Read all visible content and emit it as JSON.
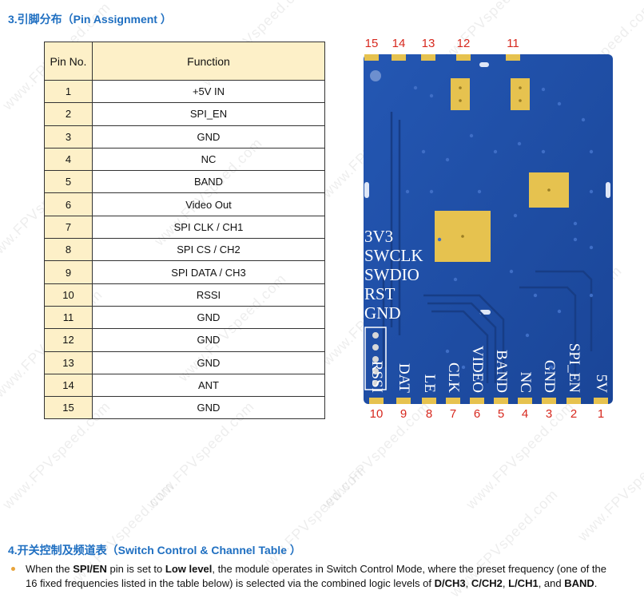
{
  "section3": {
    "title": "3.引脚分布（Pin Assignment ）"
  },
  "pin_table": {
    "headers": {
      "pin_no": "Pin No.",
      "function": "Function"
    },
    "rows": [
      {
        "no": "1",
        "fn": "+5V IN"
      },
      {
        "no": "2",
        "fn": "SPI_EN"
      },
      {
        "no": "3",
        "fn": "GND"
      },
      {
        "no": "4",
        "fn": "NC"
      },
      {
        "no": "5",
        "fn": "BAND"
      },
      {
        "no": "6",
        "fn": "Video Out"
      },
      {
        "no": "7",
        "fn": "SPI CLK / CH1"
      },
      {
        "no": "8",
        "fn": "SPI CS / CH2"
      },
      {
        "no": "9",
        "fn": "SPI DATA / CH3"
      },
      {
        "no": "10",
        "fn": "RSSI"
      },
      {
        "no": "11",
        "fn": "GND"
      },
      {
        "no": "12",
        "fn": "GND"
      },
      {
        "no": "13",
        "fn": "GND"
      },
      {
        "no": "14",
        "fn": "ANT"
      },
      {
        "no": "15",
        "fn": "GND"
      }
    ]
  },
  "board": {
    "top_pins": [
      "15",
      "14",
      "13",
      "12",
      "11"
    ],
    "bottom_pins": [
      "10",
      "9",
      "8",
      "7",
      "6",
      "5",
      "4",
      "3",
      "2",
      "1"
    ],
    "left_labels": [
      "3V3",
      "SWCLK",
      "SWDIO",
      "RST",
      "GND"
    ],
    "bottom_labels": [
      "RSSI",
      "DAT",
      "LE",
      "CLK",
      "VIDEO",
      "BAND",
      "NC",
      "GND",
      "SPI_EN",
      "5V"
    ],
    "colors": {
      "pcb": "#1f4fa8",
      "pad": "#e6c24f",
      "pin_number": "#d7281e"
    }
  },
  "watermark": "www.FPVspeed.com",
  "section4": {
    "title": "4.开关控制及频道表（Switch Control & Channel Table ）",
    "para": {
      "t1": "When the ",
      "b1": "SPI/EN",
      "t2": " pin is set to ",
      "b2": "Low level",
      "t3": ", the module operates in Switch Control Mode, where the preset frequency (one of the 16 fixed frequencies listed in the table below) is selected via the combined logic levels of ",
      "b3": "D/CH3",
      "t4": ", ",
      "b4": "C/CH2",
      "t5": ", ",
      "b5": "L/CH1",
      "t6": ", and ",
      "b6": "BAND",
      "t7": "."
    }
  }
}
